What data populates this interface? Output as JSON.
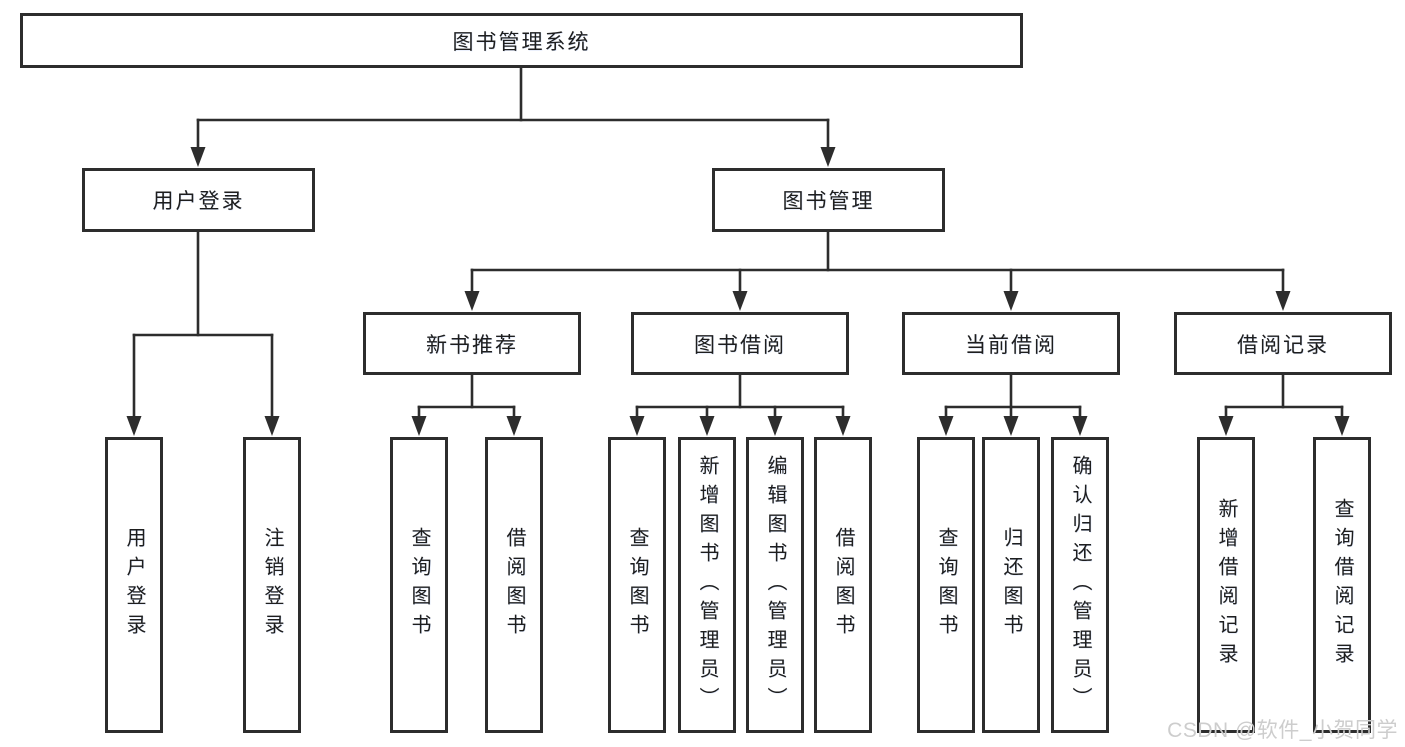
{
  "diagram": {
    "root": "图书管理系统",
    "user_login": {
      "label": "用户登录",
      "children": [
        "用户登录",
        "注销登录"
      ]
    },
    "book_management": {
      "label": "图书管理",
      "children": [
        {
          "label": "新书推荐",
          "children": [
            "查询图书",
            "借阅图书"
          ]
        },
        {
          "label": "图书借阅",
          "children": [
            "查询图书",
            "新增图书（管理员）",
            "编辑图书（管理员）",
            "借阅图书"
          ]
        },
        {
          "label": "当前借阅",
          "children": [
            "查询图书",
            "归还图书",
            "确认归还（管理员）"
          ]
        },
        {
          "label": "借阅记录",
          "children": [
            "新增借阅记录",
            "查询借阅记录"
          ]
        }
      ]
    }
  },
  "watermark": "CSDN @软件_小贺同学",
  "colors": {
    "line": "#2d2d2d",
    "text": "#1e1e1e",
    "background": "#ffffff",
    "watermark": "#cdcdcd"
  }
}
